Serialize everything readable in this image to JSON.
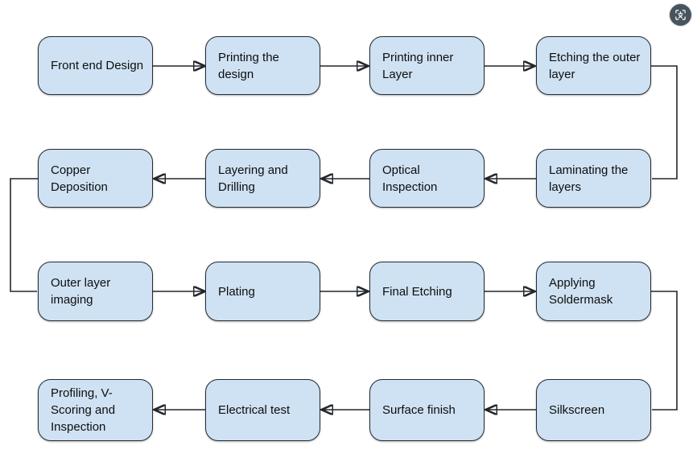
{
  "diagram": {
    "title_note": "PCB manufacturing process flowchart",
    "node_fill_color": "#cfe2f3",
    "node_border_color": "#242b33",
    "arrow_color": "#22262c",
    "nodes": [
      {
        "id": "front-end-design",
        "label": "Front end Design"
      },
      {
        "id": "printing-design",
        "label": "Printing the design"
      },
      {
        "id": "printing-inner",
        "label": "Printing inner Layer"
      },
      {
        "id": "etching-outer",
        "label": "Etching the outer layer"
      },
      {
        "id": "copper-deposition",
        "label": "Copper Deposition"
      },
      {
        "id": "layering-drilling",
        "label": "Layering and Drilling"
      },
      {
        "id": "optical-inspection",
        "label": "Optical Inspection"
      },
      {
        "id": "laminating-layers",
        "label": "Laminating the layers"
      },
      {
        "id": "outer-layer-imaging",
        "label": "Outer layer imaging"
      },
      {
        "id": "plating",
        "label": "Plating"
      },
      {
        "id": "final-etching",
        "label": "Final Etching"
      },
      {
        "id": "applying-soldermask",
        "label": "Applying Soldermask"
      },
      {
        "id": "profiling",
        "label": "Profiling, V-Scoring and Inspection"
      },
      {
        "id": "electrical-test",
        "label": "Electrical test"
      },
      {
        "id": "surface-finish",
        "label": "Surface finish"
      },
      {
        "id": "silkscreen",
        "label": "Silkscreen"
      }
    ],
    "edges": [
      {
        "from": "Front end Design",
        "to": "Printing the design"
      },
      {
        "from": "Printing the design",
        "to": "Printing inner Layer"
      },
      {
        "from": "Printing inner Layer",
        "to": "Etching the outer layer"
      },
      {
        "from": "Etching the outer layer",
        "to": "Laminating the layers"
      },
      {
        "from": "Laminating the layers",
        "to": "Optical Inspection"
      },
      {
        "from": "Optical Inspection",
        "to": "Layering and Drilling"
      },
      {
        "from": "Layering and Drilling",
        "to": "Copper Deposition"
      },
      {
        "from": "Copper Deposition",
        "to": "Outer layer imaging"
      },
      {
        "from": "Outer layer imaging",
        "to": "Plating"
      },
      {
        "from": "Plating",
        "to": "Final Etching"
      },
      {
        "from": "Final Etching",
        "to": "Applying Soldermask"
      },
      {
        "from": "Applying Soldermask",
        "to": "Silkscreen"
      },
      {
        "from": "Silkscreen",
        "to": "Surface finish"
      },
      {
        "from": "Surface finish",
        "to": "Electrical test"
      },
      {
        "from": "Electrical test",
        "to": "Profiling, V-Scoring and Inspection"
      }
    ]
  },
  "overlay_button": {
    "icon": "image-translate-icon",
    "background": "#47545f",
    "glyph_color": "#ffffff"
  }
}
